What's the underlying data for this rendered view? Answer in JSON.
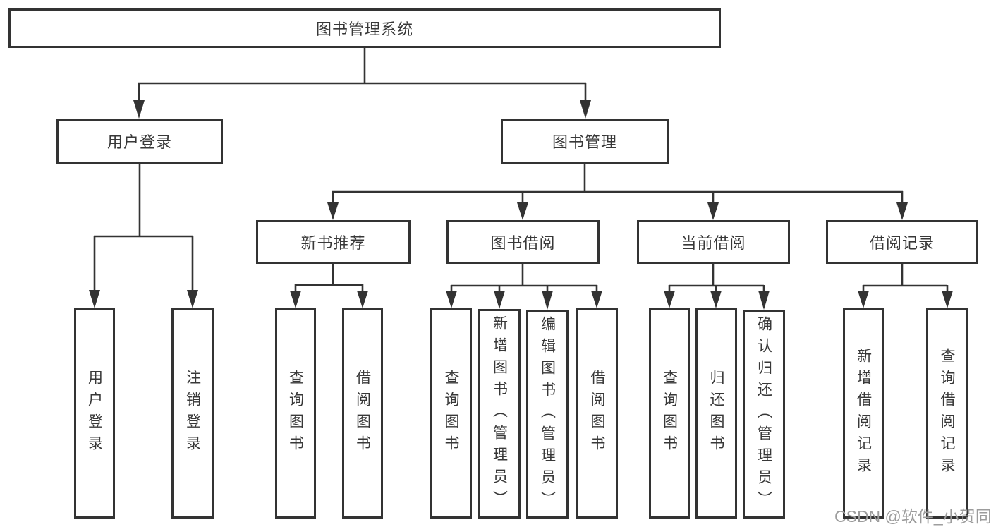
{
  "tree": {
    "label": "图书管理系统",
    "children": [
      {
        "label": "用户登录",
        "children": [
          {
            "label": "用户登录"
          },
          {
            "label": "注销登录"
          }
        ]
      },
      {
        "label": "图书管理",
        "children": [
          {
            "label": "新书推荐",
            "children": [
              {
                "label": "查询图书"
              },
              {
                "label": "借阅图书"
              }
            ]
          },
          {
            "label": "图书借阅",
            "children": [
              {
                "label": "查询图书"
              },
              {
                "label": "新增图书（管理员）"
              },
              {
                "label": "编辑图书（管理员）"
              },
              {
                "label": "借阅图书"
              }
            ]
          },
          {
            "label": "当前借阅",
            "children": [
              {
                "label": "查询图书"
              },
              {
                "label": "归还图书"
              },
              {
                "label": "确认归还（管理员）"
              }
            ]
          },
          {
            "label": "借阅记录",
            "children": [
              {
                "label": "新增借阅记录"
              },
              {
                "label": "查询借阅记录"
              }
            ]
          }
        ]
      }
    ]
  },
  "watermark": {
    "text": "CSDN @软件_小贺同学"
  },
  "colors": {
    "border": "#333333",
    "line": "#333333",
    "text": "#383838",
    "bg": "#ffffff",
    "watermark": "#9c9c9c"
  }
}
